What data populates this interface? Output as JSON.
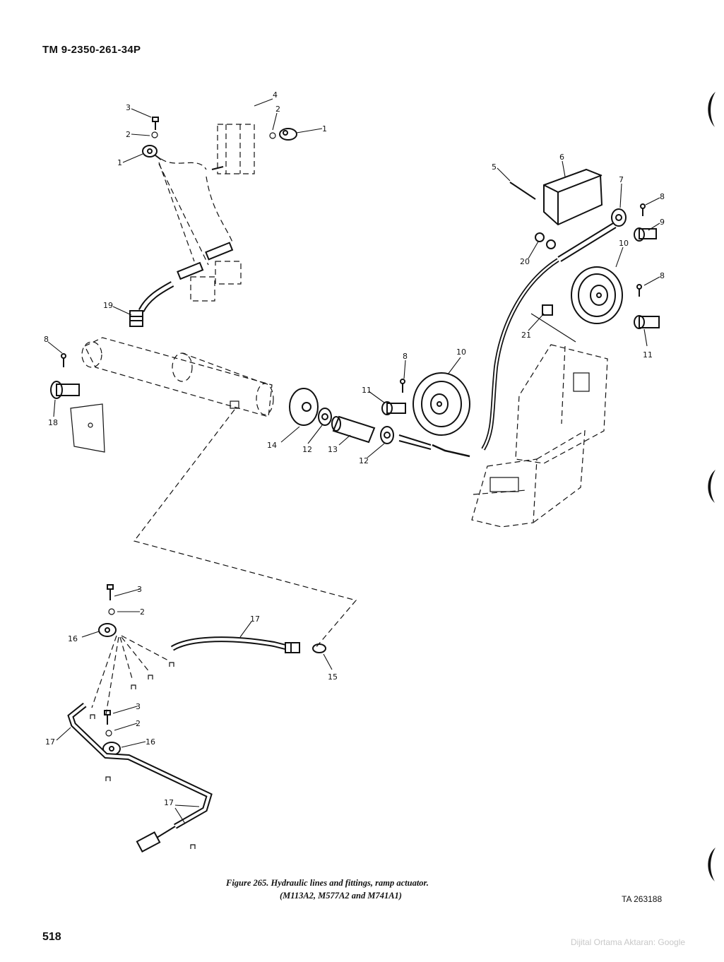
{
  "header": {
    "doc_number": "TM 9-2350-261-34P"
  },
  "figure": {
    "caption_line1": "Figure 265. Hydraulic lines and fittings, ramp actuator.",
    "caption_line2": "(M113A2, M577A2 and M741A1)",
    "art_number": "TA 263188",
    "callouts": {
      "c1": "1",
      "c2": "2",
      "c3": "3",
      "c4": "4",
      "c5": "5",
      "c6": "6",
      "c7": "7",
      "c8": "8",
      "c9": "9",
      "c10": "10",
      "c11": "11",
      "c12": "12",
      "c13": "13",
      "c14": "14",
      "c15": "15",
      "c16": "16",
      "c17": "17",
      "c18": "18",
      "c19": "19",
      "c20": "20",
      "c21": "21"
    }
  },
  "footer": {
    "page_number": "518",
    "credit": "Dijital Ortama Aktaran: Google"
  }
}
